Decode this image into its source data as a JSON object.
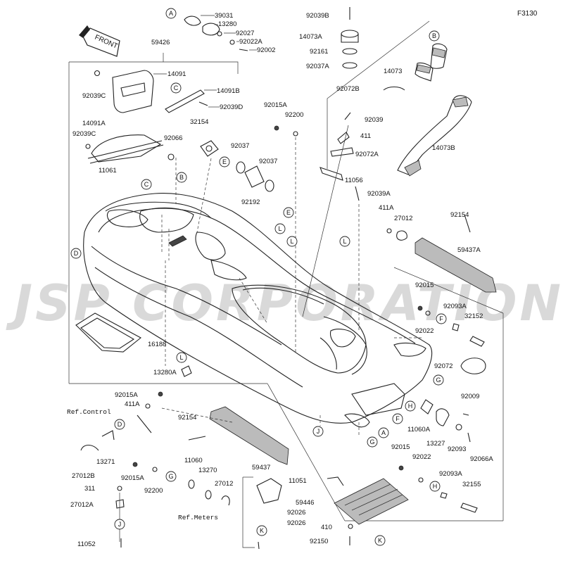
{
  "diagram": {
    "figure_code": "F3130",
    "frame_code": "59426",
    "front_label": "FRONT",
    "watermark": "JSP CORPORATION",
    "labels": {
      "l_39031": "39031",
      "l_13280": "13280",
      "l_92027": "92027",
      "l_92022A": "92022A",
      "l_92002": "92002",
      "l_92039B": "92039B",
      "l_14073A": "14073A",
      "l_92161": "92161",
      "l_92037A": "92037A",
      "l_14073": "14073",
      "l_92072B": "92072B",
      "l_14073B": "14073B",
      "l_14091": "14091",
      "l_92039C": "92039C",
      "l_14091B": "14091B",
      "l_92039D": "92039D",
      "l_14091A": "14091A",
      "l_92039C_2": "92039C",
      "l_11061": "11061",
      "l_92066": "92066",
      "l_32154": "32154",
      "l_92037": "92037",
      "l_92037_2": "92037",
      "l_92192": "92192",
      "l_92015A": "92015A",
      "l_92200": "92200",
      "l_92039": "92039",
      "l_411": "411",
      "l_92072A": "92072A",
      "l_11056": "11056",
      "l_92039A": "92039A",
      "l_411A": "411A",
      "l_27012": "27012",
      "l_92154": "92154",
      "l_59437A": "59437A",
      "l_92015": "92015",
      "l_92093A": "92093A",
      "l_32152": "32152",
      "l_92022": "92022",
      "l_92072": "92072",
      "l_16188": "16188",
      "l_13280A": "13280A",
      "l_92009": "92009",
      "l_11060A": "11060A",
      "l_13227": "13227",
      "l_92093": "92093",
      "l_92066A": "92066A",
      "l_92015A_2": "92015A",
      "l_411A_2": "411A",
      "l_refcontrol": "Ref.Control",
      "l_92154_2": "92154",
      "l_59437": "59437",
      "l_27012B": "27012B",
      "l_13271": "13271",
      "l_92015A_3": "92015A",
      "l_92200_2": "92200",
      "l_11060": "11060",
      "l_13270": "13270",
      "l_27012_2": "27012",
      "l_311": "311",
      "l_27012A": "27012A",
      "l_11052": "11052",
      "l_11051": "11051",
      "l_59446": "59446",
      "l_92026": "92026",
      "l_refmeters": "Ref.Meters",
      "l_92026_2": "92026",
      "l_410": "410",
      "l_92150": "92150",
      "l_92015_2": "92015",
      "l_92022_2": "92022",
      "l_92093A_2": "92093A",
      "l_32155": "32155"
    },
    "callouts": {
      "A": "A",
      "B": "B",
      "C": "C",
      "D": "D",
      "E": "E",
      "F": "F",
      "G": "G",
      "H": "H",
      "J": "J",
      "K": "K",
      "L": "L"
    }
  }
}
